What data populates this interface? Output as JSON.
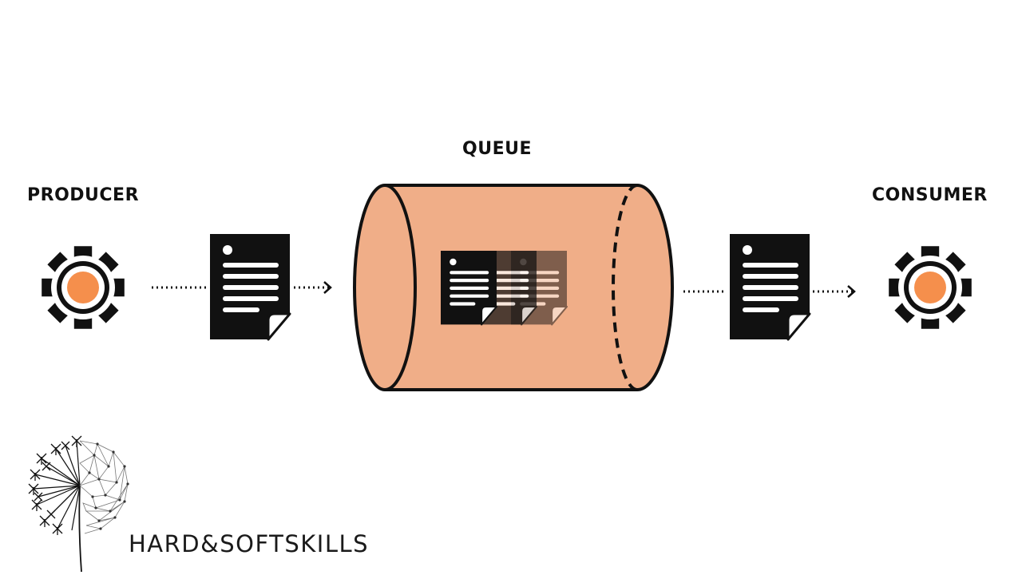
{
  "labels": {
    "producer": "PRODUCER",
    "queue": "QUEUE",
    "consumer": "CONSUMER"
  },
  "brand": {
    "text": "HARD&SOFTSKILLS"
  },
  "colors": {
    "queue_fill": "#f0ae88",
    "gear_center": "#f58f4c",
    "stroke": "#111111",
    "message_dark": "#111111",
    "message_mid": "#555555",
    "message_light": "#9b9b9b"
  },
  "icons": [
    "gear-icon",
    "document-icon",
    "dandelion-logo"
  ]
}
